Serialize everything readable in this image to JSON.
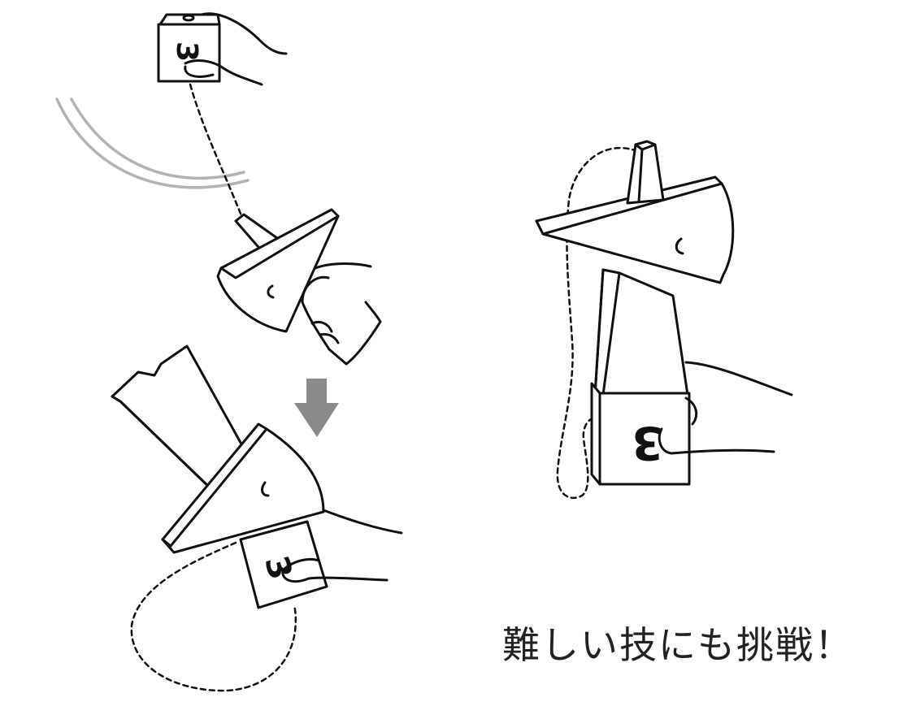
{
  "caption": "難しい技にも挑戦！",
  "cube_number": "3",
  "colors": {
    "ink": "#111111",
    "arrow": "#8a8a8a",
    "motion_lines": "#b3b3b3"
  },
  "figures": [
    {
      "name": "toss-cube-up"
    },
    {
      "name": "catch-on-cup"
    },
    {
      "name": "balance-on-spike"
    }
  ]
}
